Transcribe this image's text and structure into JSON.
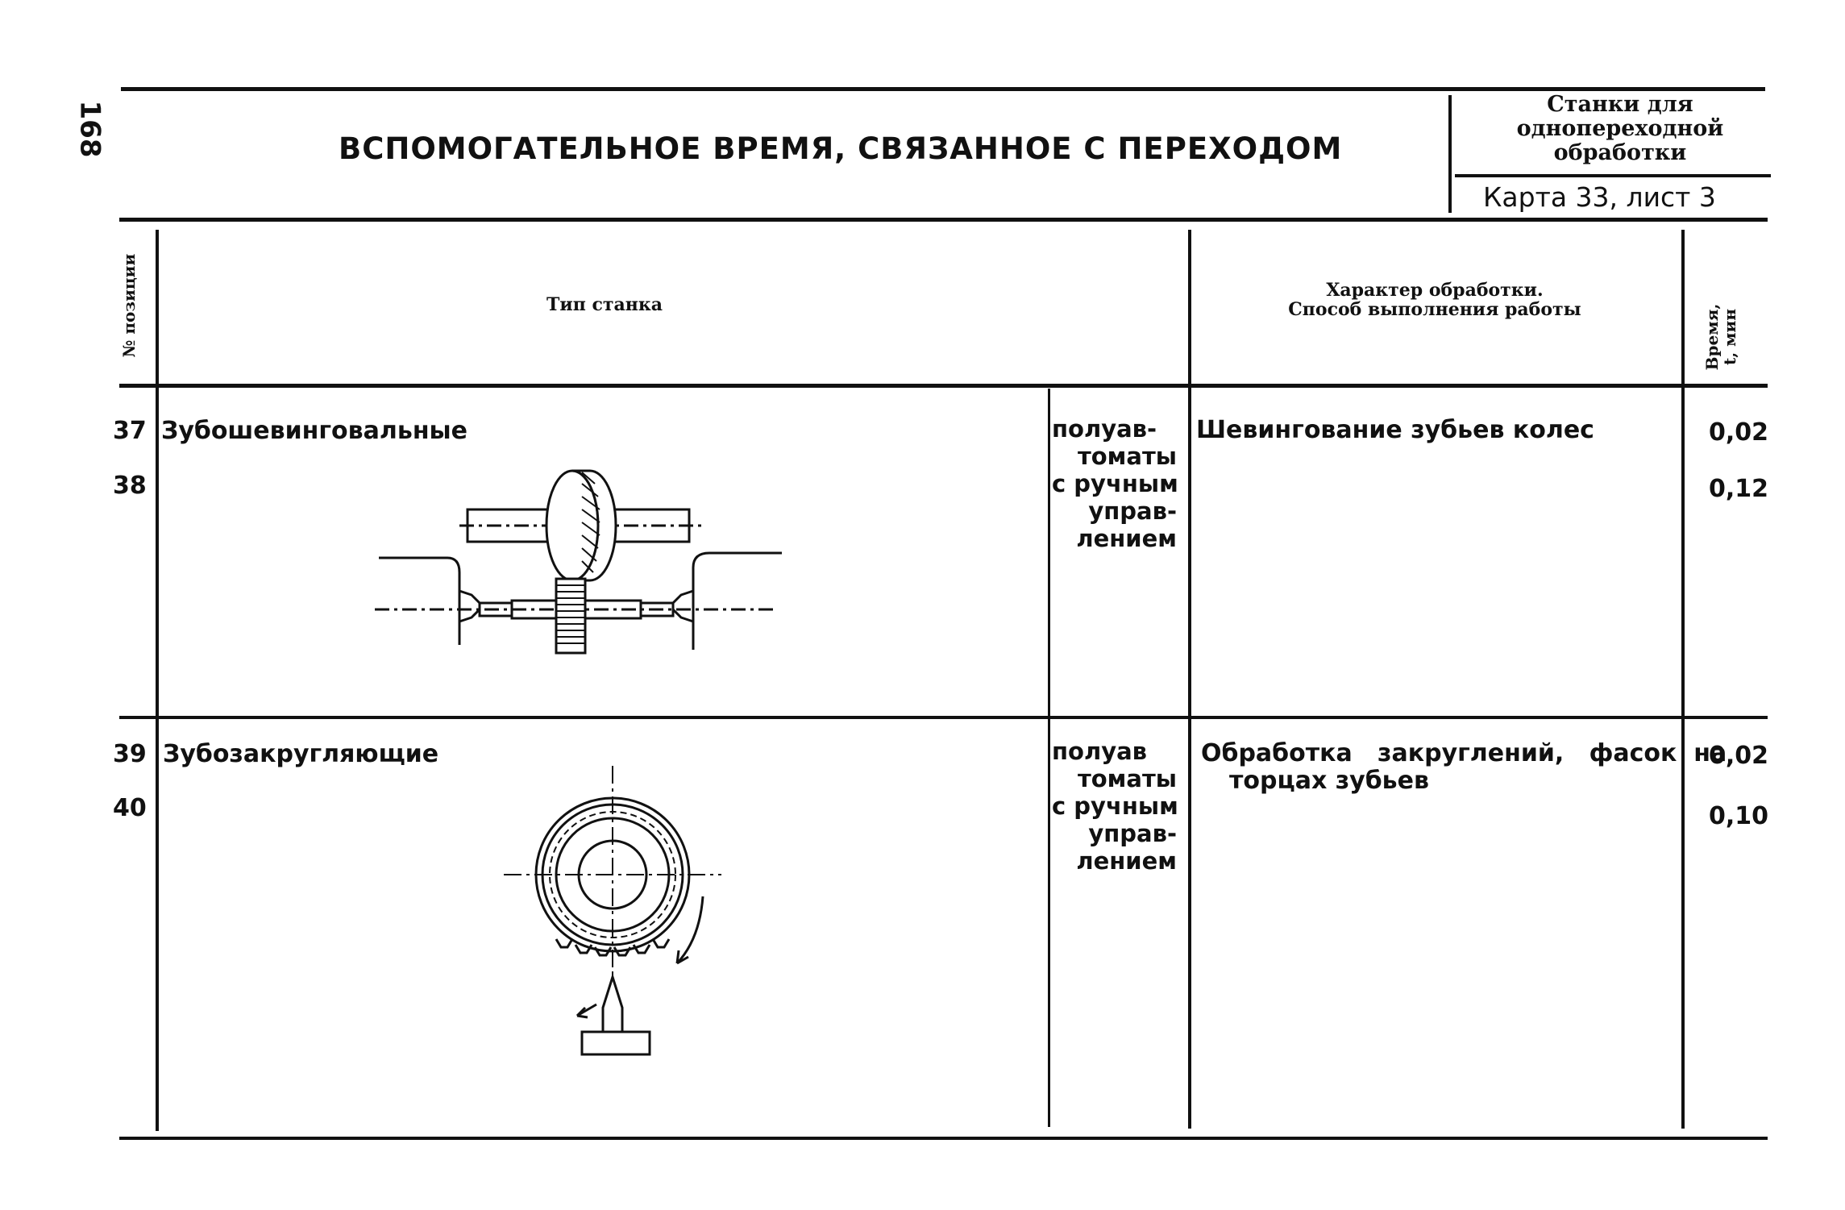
{
  "page_number": "168",
  "header": {
    "title": "ВСПОМОГАТЕЛЬНОЕ ВРЕМЯ, СВЯЗАННОЕ С ПЕРЕХОДОМ",
    "category_line1": "Станки для",
    "category_line2": "однопереходной",
    "category_line3": "обработки",
    "card": "Карта 33, лист 3"
  },
  "table": {
    "col_position": "№ позиции",
    "col_machine": "Тип станка",
    "col_work_line1": "Характер обработки.",
    "col_work_line2": "Способ выполнения работы",
    "col_time_line1": "Время,",
    "col_time_line2": "t, мин",
    "groups": [
      {
        "positions": [
          "37",
          "38"
        ],
        "machine": "Зубошевинговальные",
        "mode_lines": [
          "полуав-",
          "томаты",
          "с ручным",
          "управ-",
          "лением"
        ],
        "work": "Шевингование зубьев колес",
        "times": [
          "0,02",
          "0,12"
        ],
        "figure_icon": "shaving-machine-diagram-icon"
      },
      {
        "positions": [
          "39",
          "40"
        ],
        "machine": "Зубозакругляющие",
        "mode_lines": [
          "полуав",
          "томаты",
          "с ручным",
          "управ-",
          "лением"
        ],
        "work_line1": "Обработка   закруглений,   фасок  на",
        "work_line2": "торцах зубьев",
        "times": [
          "0,02",
          "0,10"
        ],
        "figure_icon": "gear-rounding-diagram-icon"
      }
    ]
  }
}
